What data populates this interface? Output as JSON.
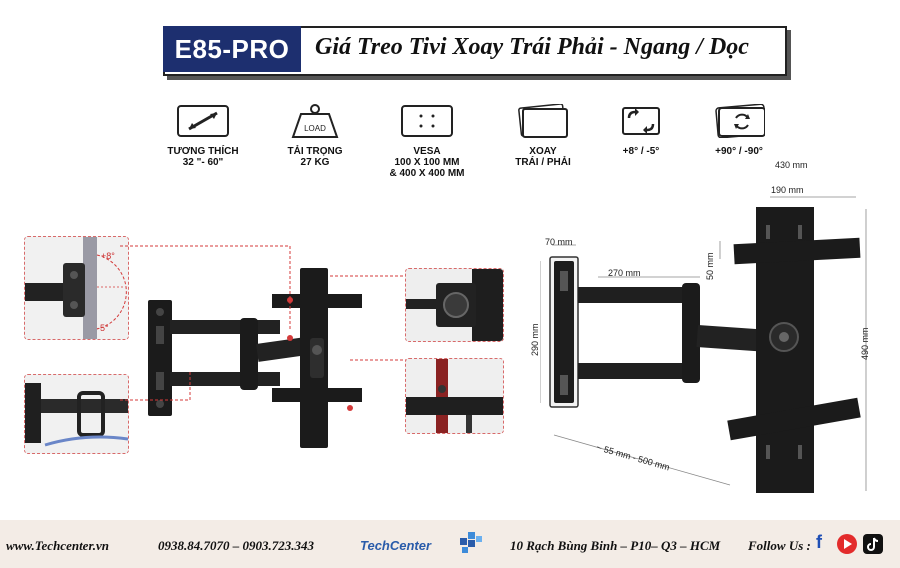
{
  "header": {
    "model": "E85-PRO",
    "subtitle": "Giá Treo Tivi  Xoay Trái Phải - Ngang / Dọc"
  },
  "features": [
    {
      "icon": "size-arrow-icon",
      "label_line1": "TƯƠNG THÍCH",
      "label_line2": "32 \"- 60\"",
      "label_line3": ""
    },
    {
      "icon": "load-weight-icon",
      "icon_text": "LOAD",
      "label_line1": "TẢI TRỌNG",
      "label_line2": "27 KG",
      "label_line3": ""
    },
    {
      "icon": "vesa-plate-icon",
      "label_line1": "VESA",
      "label_line2": "100 X 100 MM",
      "label_line3": "& 400 X 400 MM"
    },
    {
      "icon": "swivel-screens-icon",
      "label_line1": "XOAY",
      "label_line2": "TRÁI / PHẢI",
      "label_line3": ""
    },
    {
      "icon": "tilt-arrows-icon",
      "label_line1": "+8° / -5°",
      "label_line2": "",
      "label_line3": ""
    },
    {
      "icon": "rotate-icon",
      "label_line1": "+90° / -90°",
      "label_line2": "",
      "label_line3": ""
    }
  ],
  "dimensions": {
    "plate_width": "430 mm",
    "rail_width": "190 mm",
    "wall_plate_width": "70 mm",
    "arm_length": "270 mm",
    "rail_height": "50 mm",
    "wall_plate_height": "290 mm",
    "plate_height": "490 mm",
    "extension": "~ 55 mm - 500 mm"
  },
  "inset_labels": {
    "tilt_up": "+8°",
    "tilt_down": "-5°"
  },
  "footer": {
    "website": "www.Techcenter.vn",
    "phones": "0938.84.7070 – 0903.723.343",
    "brand": "TechCenter",
    "address": "10 Rạch Bùng Binh – P10– Q3 – HCM",
    "follow": "Follow Us :"
  },
  "colors": {
    "header_blue": "#1d2f6f",
    "bracket_black": "#1b1b1b",
    "accent_red": "#d43a3a",
    "footer_bg": "#f3ece6"
  }
}
